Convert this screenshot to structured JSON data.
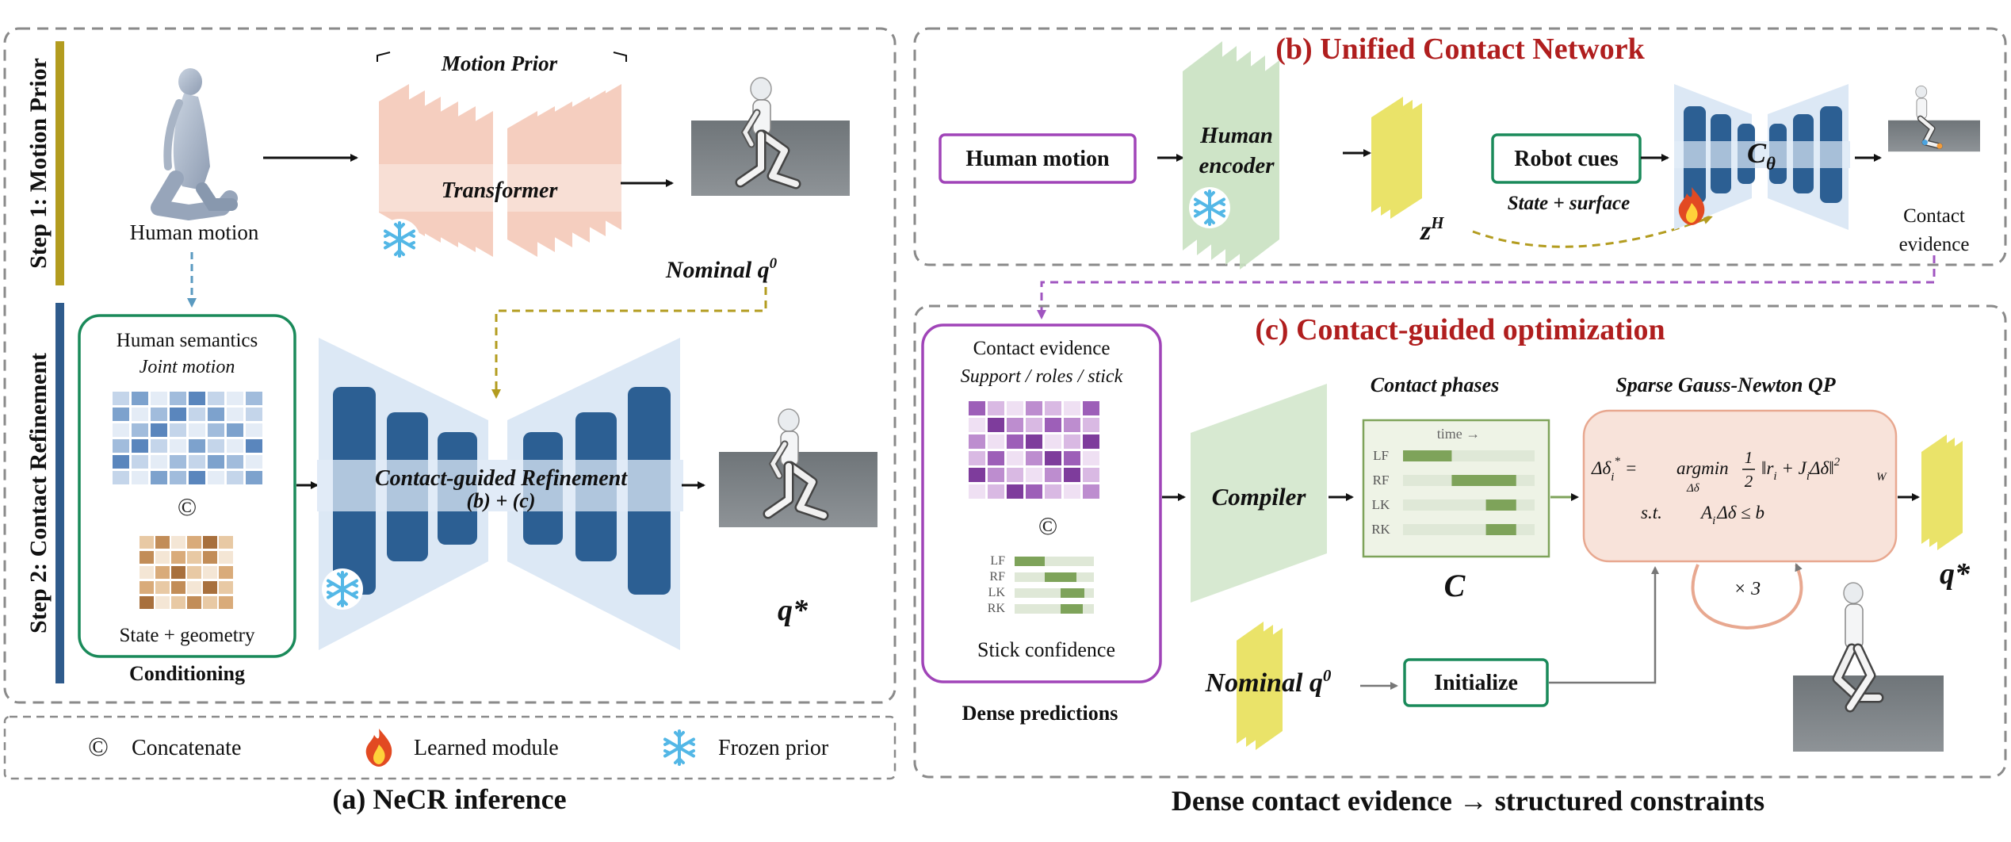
{
  "panel_a": {
    "caption": "(a) NeCR inference",
    "step1_label": "Step 1: Motion Prior",
    "step2_label": "Step 2: Contact Refinement",
    "human_motion": "Human motion",
    "motion_prior": "Motion Prior",
    "transformer": "Transformer",
    "nominal_pre": "Nominal q",
    "nominal_sup": "0",
    "conditioning_title": "Human semantics",
    "conditioning_sub": "Joint motion",
    "concat_symbol": "©",
    "state_geometry": "State + geometry",
    "conditioning": "Conditioning",
    "refinement_line1": "Contact-guided Refinement",
    "refinement_line2": "(b) + (c)",
    "q_star": "q*"
  },
  "legend": {
    "concat_symbol": "©",
    "concatenate": "Concatenate",
    "learned": "Learned module",
    "frozen": "Frozen prior"
  },
  "panel_b": {
    "title": "(b) Unified Contact Network",
    "human_motion": "Human motion",
    "human_encoder_line1": "Human",
    "human_encoder_line2": "encoder",
    "z_pre": "z",
    "z_sup": "H",
    "robot_cues": "Robot cues",
    "state_surface": "State + surface",
    "c_theta_pre": "C",
    "c_theta_sub": "θ",
    "contact_line1": "Contact",
    "contact_line2": "evidence"
  },
  "panel_c": {
    "title": "(c) Contact-guided optimization",
    "evidence_title": "Contact evidence",
    "evidence_sub": "Support / roles / stick",
    "concat_symbol": "©",
    "stick_confidence": "Stick confidence",
    "dense_predictions": "Dense predictions",
    "compiler": "Compiler",
    "contact_phases": "Contact phases",
    "time_label": "time →",
    "phase_labels": [
      "LF",
      "RF",
      "LK",
      "RK"
    ],
    "c_label": "C",
    "qp_title": "Sparse Gauss-Newton QP",
    "qp_eq_lhs": "Δδ",
    "qp_eq_i": "i",
    "qp_eq_star": "*",
    "qp_eq_eq": "=",
    "qp_argmin": "argmin",
    "qp_argmin_sub": "Δδ",
    "qp_half_num": "1",
    "qp_half_den": "2",
    "qp_norm": "‖r",
    "qp_norm_i": "i",
    "qp_plus": " + J",
    "qp_j_i": "i",
    "qp_delta": "Δδ‖",
    "qp_w_sup": "2",
    "qp_w_sub": "W",
    "qp_st": "s.t.",
    "qp_constraint_a": "A",
    "qp_constraint_i": "i",
    "qp_constraint_rest": "Δδ ≤ b",
    "times3": "× 3",
    "q_star": "q*",
    "nominal_pre": "Nominal q",
    "nominal_sup": "0",
    "initialize": "Initialize",
    "caption": "Dense contact evidence → structured constraints"
  },
  "colors": {
    "dash_border": "#8a8a8a",
    "red_title": "#b01e1e",
    "olive": "#b39c1f",
    "navy": "#2f5b8c",
    "block_blue": "#2c5f93",
    "light_blue": "#dce8f5",
    "green_box": "#1a8a5a",
    "purple_box": "#a044b8",
    "qp_fill": "#f8e3da",
    "qp_stroke": "#e8a890",
    "yellow": "#e2d82a",
    "pink": "#f1b7a5",
    "green_layer": "#c9e2c1"
  }
}
